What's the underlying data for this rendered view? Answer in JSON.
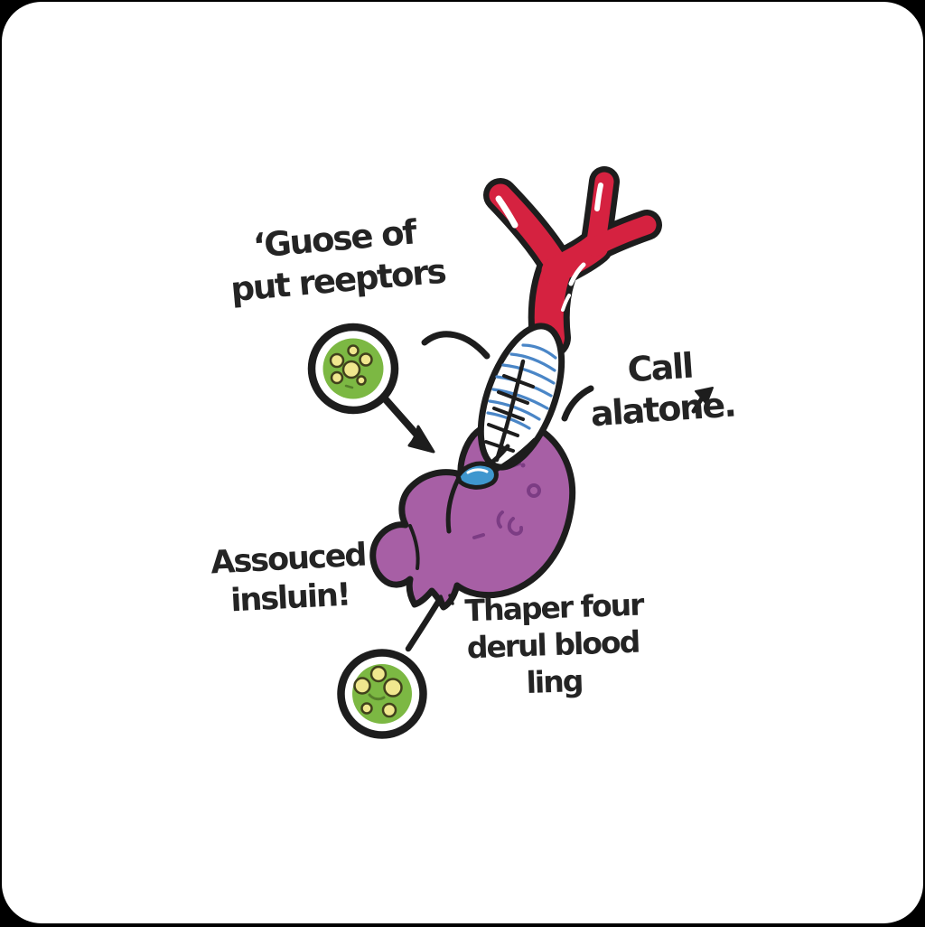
{
  "labels": {
    "glucose_receptors": {
      "line1": "‘Guose of",
      "line2": "put reeptors"
    },
    "call_alatone": {
      "line1": "Call",
      "line2": "alatone."
    },
    "associated_insulin": {
      "line1": "Assouced",
      "line2": "insluin!"
    },
    "blood_transfer": {
      "line1": "Thaper four",
      "line2": "derul blood",
      "line3": "ling"
    }
  },
  "colors": {
    "page_bg": "#000000",
    "card_bg": "#ffffff",
    "ink": "#1d1d1d",
    "text_ink": "#242424",
    "vessel_red": "#d52240",
    "stomach_purple": "#a75fa5",
    "stomach_doodle": "#7c3c84",
    "cell_green": "#7cb843",
    "dot_yellow": "#f0e78e",
    "dot_outline": "#41411c",
    "sphincter_blue": "#3f97cf",
    "hatch_blue": "#4a86c7",
    "accent_dark_green": "#567f2b"
  }
}
